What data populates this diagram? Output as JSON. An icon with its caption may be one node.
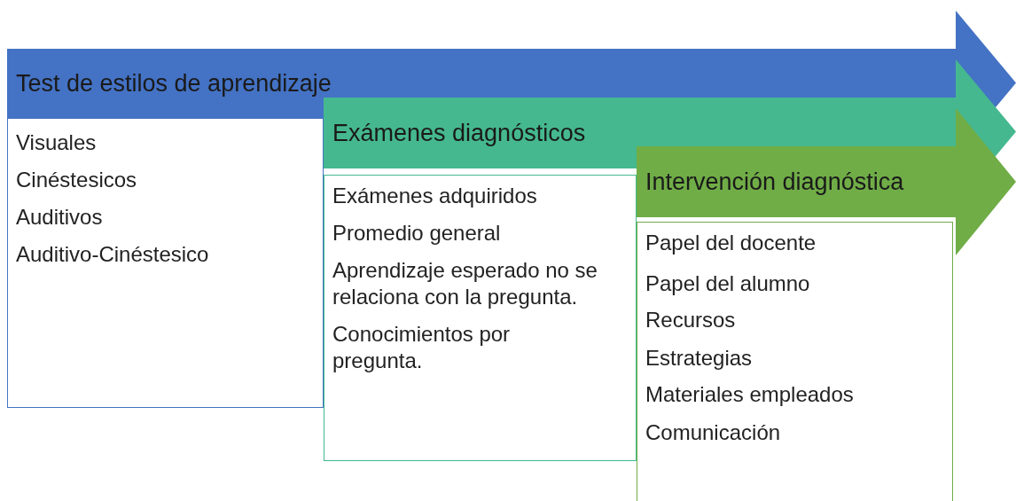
{
  "diagram": {
    "nodes": [
      {
        "text": [
          "Test de estilos de aprendizaje"
        ]
      },
      {
        "text": [
          "Visuales",
          "Cinéstesicos",
          "Auditivos",
          "Auditivo-Cinéstesico"
        ]
      },
      {
        "text": [
          "Exámenes diagnósticos"
        ]
      },
      {
        "text": [
          "Exámenes adquiridos",
          "Promedio general",
          "Aprendizaje esperado no se relaciona con la pregunta.",
          "Conocimientos por pregunta."
        ]
      },
      {
        "text": [
          "Intervención diagnóstica"
        ]
      },
      {
        "text": [
          "Papel del docente",
          "Papel del alumno",
          "Recursos",
          "Estrategias",
          "Materiales empleados",
          "Comunicación"
        ]
      }
    ]
  }
}
